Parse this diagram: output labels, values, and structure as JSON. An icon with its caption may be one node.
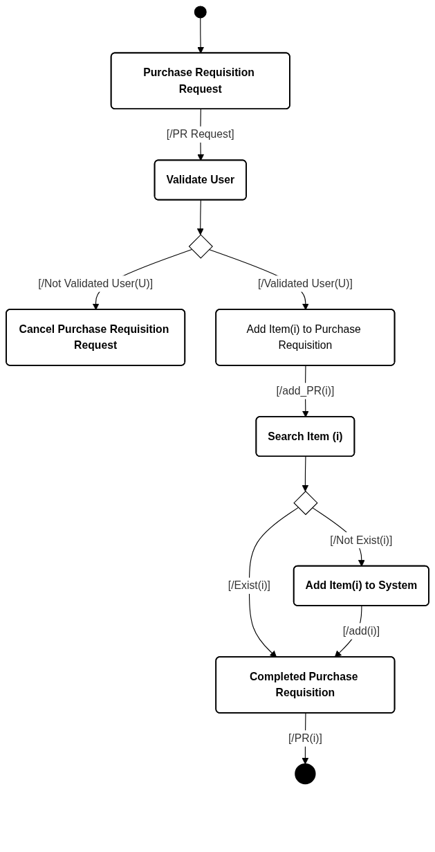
{
  "diagram": {
    "nodes": [
      {
        "text": [],
        "shape": "circle"
      },
      {
        "text": [
          "Purchase Requisition Request"
        ]
      },
      {
        "text": [
          "Validate User"
        ]
      },
      {
        "text": [],
        "shape": "diamond"
      },
      {
        "text": [
          "Cancel Purchase Requisition Request"
        ]
      },
      {
        "text": [
          "Add Item(i) to Purchase Requisition"
        ]
      },
      {
        "text": [
          "Search Item (i)"
        ]
      },
      {
        "text": [],
        "shape": "diamond"
      },
      {
        "text": [
          "Add Item(i) to System"
        ]
      },
      {
        "text": [
          "Completed Purchase Requisition"
        ]
      },
      {
        "text": [],
        "shape": "circle"
      }
    ],
    "edges": [
      {
        "from": 0,
        "to": 1,
        "arrow": "to"
      },
      {
        "from": 1,
        "to": 2,
        "arrow": "to",
        "label": "[/PR Request]"
      },
      {
        "from": 2,
        "to": 3,
        "arrow": "to"
      },
      {
        "from": 3,
        "to": 4,
        "arrow": "to",
        "label": "[/Not Validated User(U)]"
      },
      {
        "from": 3,
        "to": 5,
        "arrow": "to",
        "label": "[/Validated User(U)]"
      },
      {
        "from": 5,
        "to": 6,
        "arrow": "to",
        "label": "[/add_PR(i)]"
      },
      {
        "from": 6,
        "to": 7,
        "arrow": "to"
      },
      {
        "from": 7,
        "to": 8,
        "arrow": "to",
        "label": "[/Not Exist(i)]"
      },
      {
        "from": 7,
        "to": 9,
        "arrow": "to",
        "label": "[/Exist(i)]"
      },
      {
        "from": 8,
        "to": 9,
        "arrow": "to",
        "label": "[/add(i)]"
      },
      {
        "from": 9,
        "to": 10,
        "arrow": "to",
        "label": "[/PR(i)]"
      }
    ]
  }
}
